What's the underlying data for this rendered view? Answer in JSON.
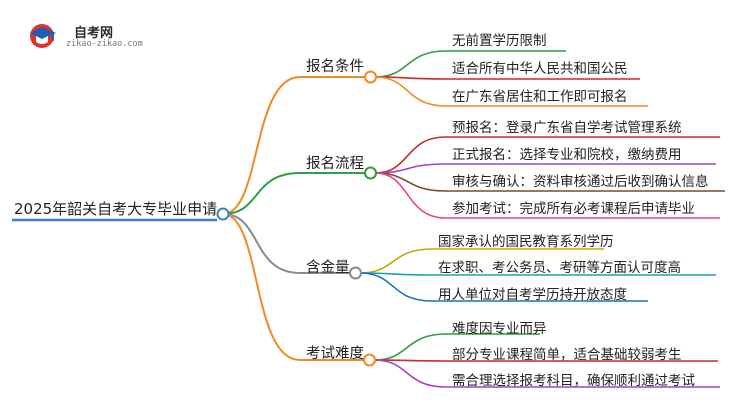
{
  "logo": {
    "title": "自考网",
    "subtitle": "zikao-zikao.com",
    "icon": "graduation-cap-icon"
  },
  "root": {
    "label": "2025年韶关自考大专毕业申请",
    "color": "#3b7fc4"
  },
  "branches": [
    {
      "label": "报名条件",
      "color": "#f08a24",
      "leaves": [
        {
          "label": "无前置学历限制",
          "color": "#2f9e44"
        },
        {
          "label": "适合所有中华人民共和国公民",
          "color": "#c92a2a"
        },
        {
          "label": "在广东省居住和工作即可报名",
          "color": "#f08a24"
        }
      ]
    },
    {
      "label": "报名流程",
      "color": "#2f9e44",
      "leaves": [
        {
          "label": "预报名：登录广东省自学考试管理系统",
          "color": "#c92a2a"
        },
        {
          "label": "正式报名：选择专业和院校，缴纳费用",
          "color": "#a044c0"
        },
        {
          "label": "审核与确认：资料审核通过后收到确认信息",
          "color": "#7a4a2a"
        },
        {
          "label": "参加考试：完成所有必考课程后申请毕业",
          "color": "#e64980"
        }
      ]
    },
    {
      "label": "含金量",
      "color": "#8a8a8a",
      "leaves": [
        {
          "label": "国家承认的国民教育系列学历",
          "color": "#b8b000"
        },
        {
          "label": "在求职、考公务员、考研等方面认可度高",
          "color": "#1c9fb8"
        },
        {
          "label": "用人单位对自考学历持开放态度",
          "color": "#1c6fc4"
        }
      ]
    },
    {
      "label": "考试难度",
      "color": "#f08a24",
      "leaves": [
        {
          "label": "难度因专业而异",
          "color": "#2f9e44"
        },
        {
          "label": "部分专业课程简单，适合基础较弱考生",
          "color": "#c92a2a"
        },
        {
          "label": "需合理选择报考科目，确保顺利通过考试",
          "color": "#a044c0"
        }
      ]
    }
  ]
}
